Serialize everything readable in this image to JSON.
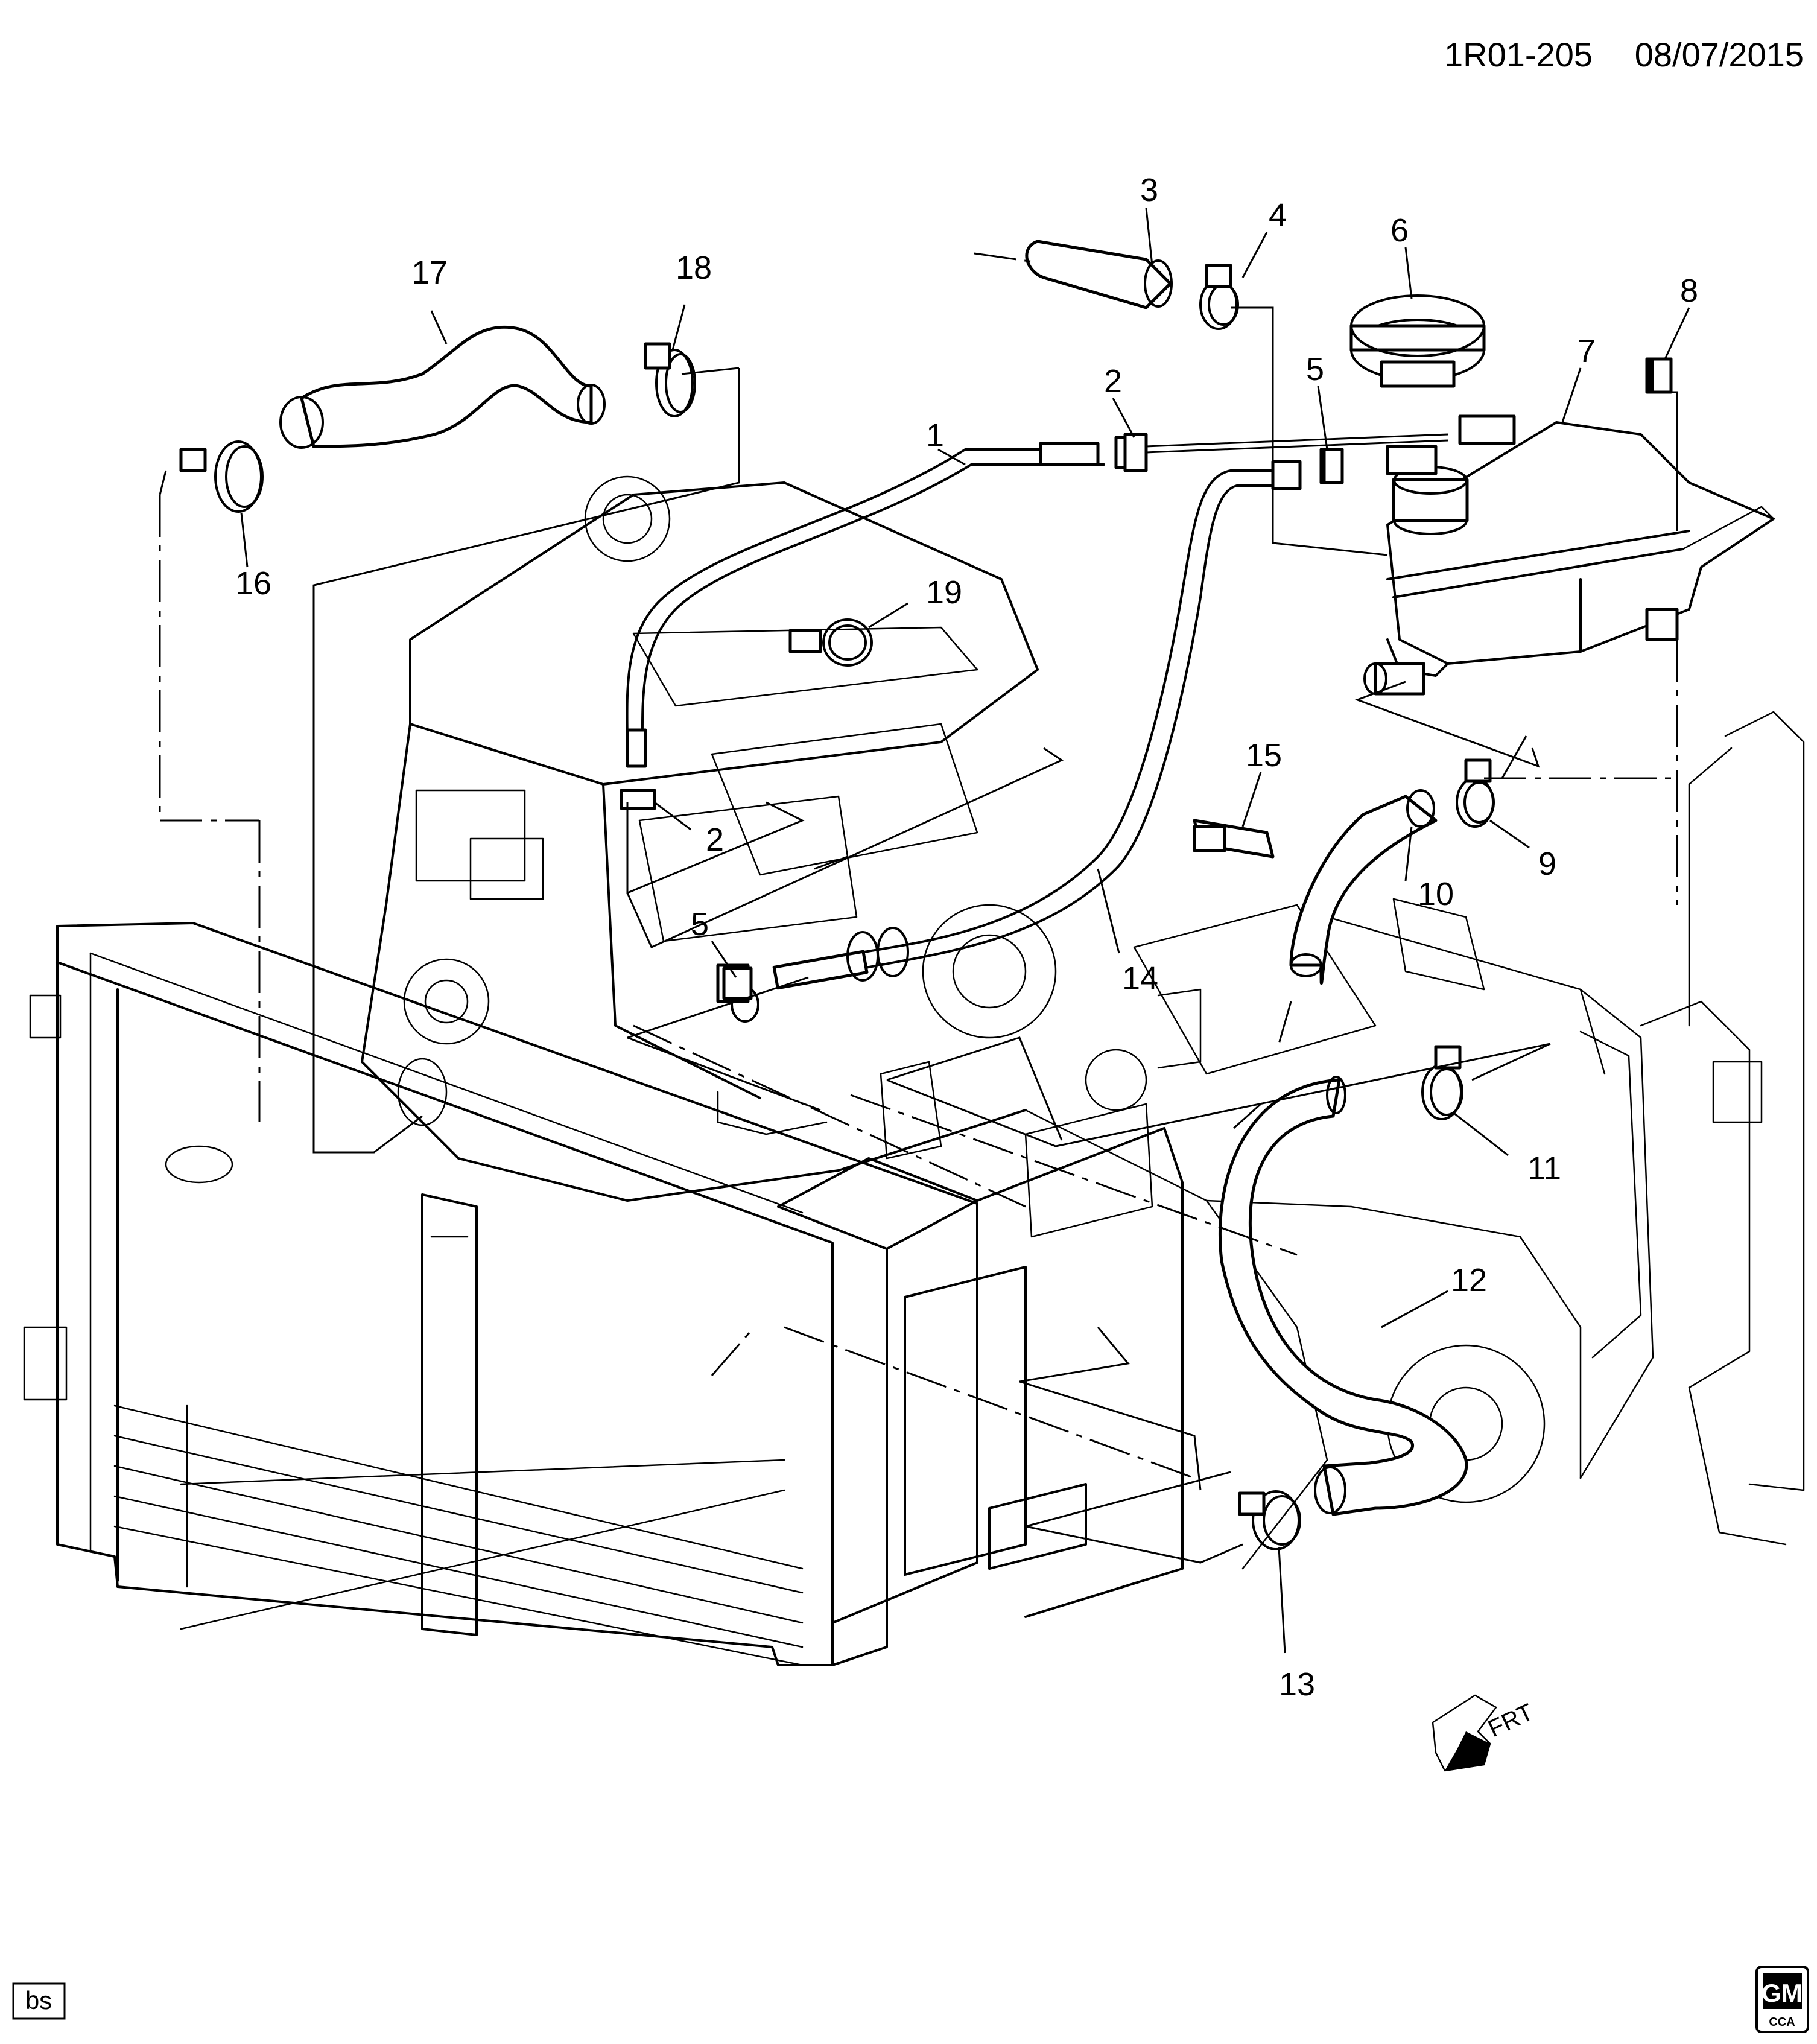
{
  "header": {
    "diagram_id": "1R01-205",
    "date": "08/07/2015"
  },
  "footer": {
    "illustrator_code": "bs",
    "logo_main": "GM",
    "logo_sub": "CCA"
  },
  "direction_marker": {
    "label": "FRT",
    "icon": "front-direction-arrow-icon"
  },
  "callouts": [
    {
      "id": "callout-1",
      "label": "1"
    },
    {
      "id": "callout-2-right",
      "label": "2"
    },
    {
      "id": "callout-2-left",
      "label": "2"
    },
    {
      "id": "callout-3",
      "label": "3"
    },
    {
      "id": "callout-4",
      "label": "4"
    },
    {
      "id": "callout-5-top",
      "label": "5"
    },
    {
      "id": "callout-5-bottom",
      "label": "5"
    },
    {
      "id": "callout-6",
      "label": "6"
    },
    {
      "id": "callout-7",
      "label": "7"
    },
    {
      "id": "callout-8",
      "label": "8"
    },
    {
      "id": "callout-9",
      "label": "9"
    },
    {
      "id": "callout-10",
      "label": "10"
    },
    {
      "id": "callout-11",
      "label": "11"
    },
    {
      "id": "callout-12",
      "label": "12"
    },
    {
      "id": "callout-13",
      "label": "13"
    },
    {
      "id": "callout-14",
      "label": "14"
    },
    {
      "id": "callout-15",
      "label": "15"
    },
    {
      "id": "callout-16",
      "label": "16"
    },
    {
      "id": "callout-17",
      "label": "17"
    },
    {
      "id": "callout-18",
      "label": "18"
    },
    {
      "id": "callout-19",
      "label": "19"
    }
  ]
}
